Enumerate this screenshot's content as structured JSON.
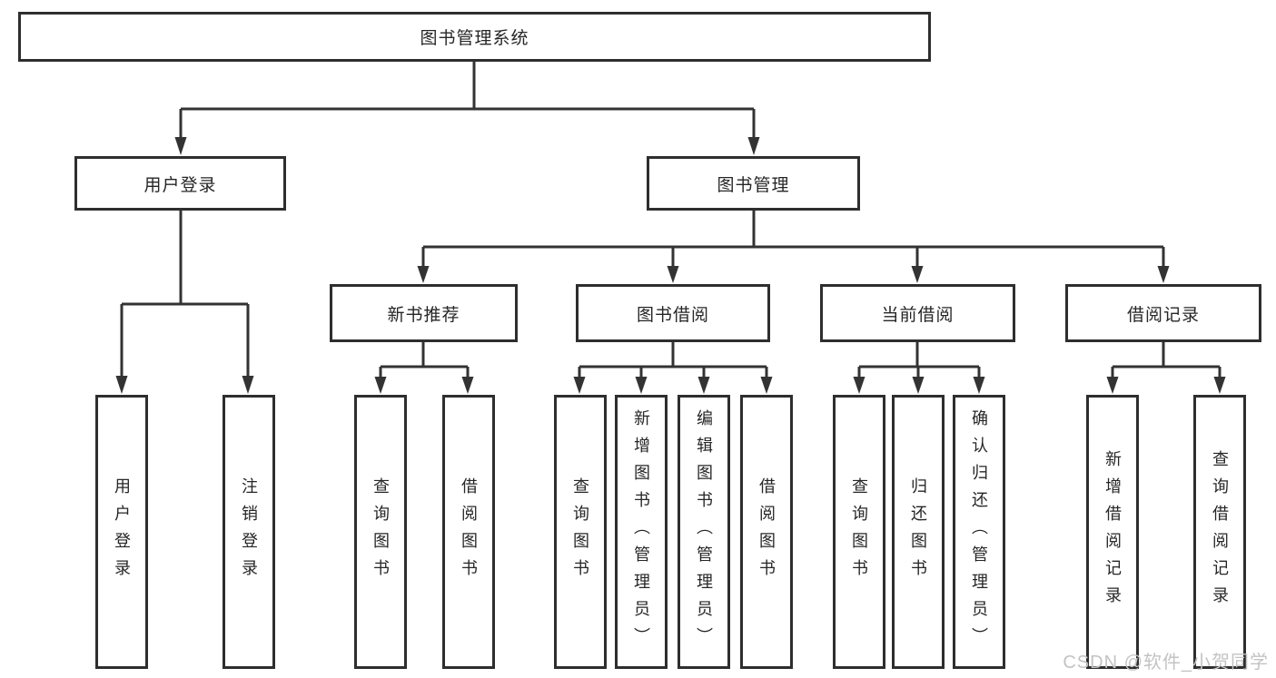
{
  "diagram": {
    "root": {
      "label": "图书管理系统"
    },
    "branches": [
      {
        "label": "用户登录",
        "children": [
          {
            "label": "用户登录"
          },
          {
            "label": "注销登录"
          }
        ]
      },
      {
        "label": "图书管理",
        "children": [
          {
            "label": "新书推荐",
            "children": [
              {
                "label": "查询图书"
              },
              {
                "label": "借阅图书"
              }
            ]
          },
          {
            "label": "图书借阅",
            "children": [
              {
                "label": "查询图书"
              },
              {
                "label": "新增图书（管理员）"
              },
              {
                "label": "编辑图书（管理员）"
              },
              {
                "label": "借阅图书"
              }
            ]
          },
          {
            "label": "当前借阅",
            "children": [
              {
                "label": "查询图书"
              },
              {
                "label": "归还图书"
              },
              {
                "label": "确认归还（管理员）"
              }
            ]
          },
          {
            "label": "借阅记录",
            "children": [
              {
                "label": "新增借阅记录"
              },
              {
                "label": "查询借阅记录"
              }
            ]
          }
        ]
      }
    ]
  },
  "watermark": {
    "text": "CSDN @软件_小贺同学"
  },
  "colors": {
    "line": "#333333",
    "box_border": "#2e2e2e",
    "text": "#262626",
    "watermark": "#c3c3c3",
    "background": "#ffffff"
  }
}
